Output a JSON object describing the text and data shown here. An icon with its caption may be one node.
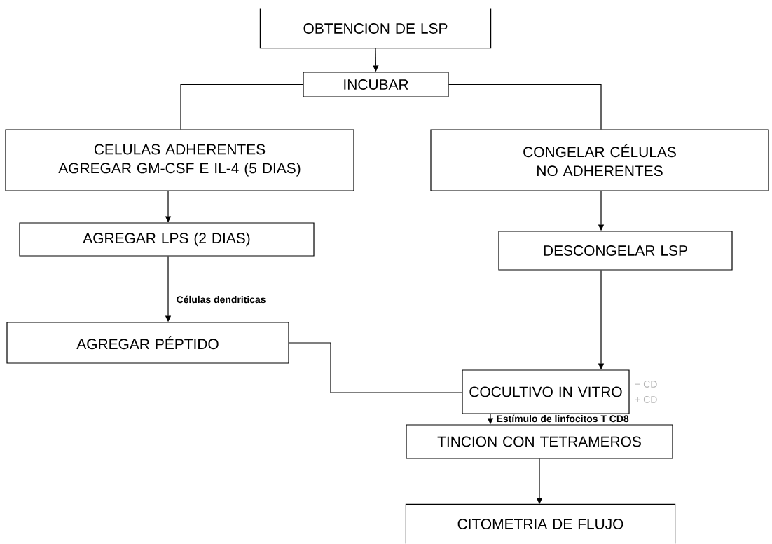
{
  "diagram": {
    "nodes": [
      {
        "text": [
          "OBTENCION DE LSP"
        ]
      },
      {
        "text": [
          "INCUBAR"
        ]
      },
      {
        "text": [
          "CELULAS ADHERENTES AGREGAR GM-CSF E IL-4 (5 DIAS)"
        ]
      },
      {
        "text": [
          "CONGELAR CÉLULAS NO ADHERENTES"
        ]
      },
      {
        "text": [
          "AGREGAR LPS (2 DIAS)"
        ]
      },
      {
        "text": [
          "DESCONGELAR LSP"
        ]
      },
      {
        "text": [
          "AGREGAR PÉPTIDO"
        ]
      },
      {
        "text": [
          "COCULTIVO IN VITRO"
        ],
        "beside": [
          "− CD",
          "+ CD"
        ]
      },
      {
        "text": [
          "TINCION CON TETRAMEROS"
        ]
      },
      {
        "text": [
          "CITOMETRIA DE FLUJO"
        ]
      }
    ],
    "edges": [
      {
        "from": 0,
        "to": 1,
        "arrow": "to"
      },
      {
        "from": 1,
        "to": 2,
        "arrow": "none"
      },
      {
        "from": 1,
        "to": 3,
        "arrow": "none"
      },
      {
        "from": 2,
        "to": 4,
        "arrow": "to"
      },
      {
        "from": 3,
        "to": 5,
        "arrow": "to"
      },
      {
        "from": 4,
        "to": 6,
        "arrow": "to",
        "label": "Células dendriticas"
      },
      {
        "from": 6,
        "to": 7,
        "arrow": "none"
      },
      {
        "from": 5,
        "to": 7,
        "arrow": "to"
      },
      {
        "from": 7,
        "to": 8,
        "arrow": "to",
        "label": "Estímulo de linfocitos T CD8"
      },
      {
        "from": 8,
        "to": 9,
        "arrow": "to"
      }
    ]
  }
}
